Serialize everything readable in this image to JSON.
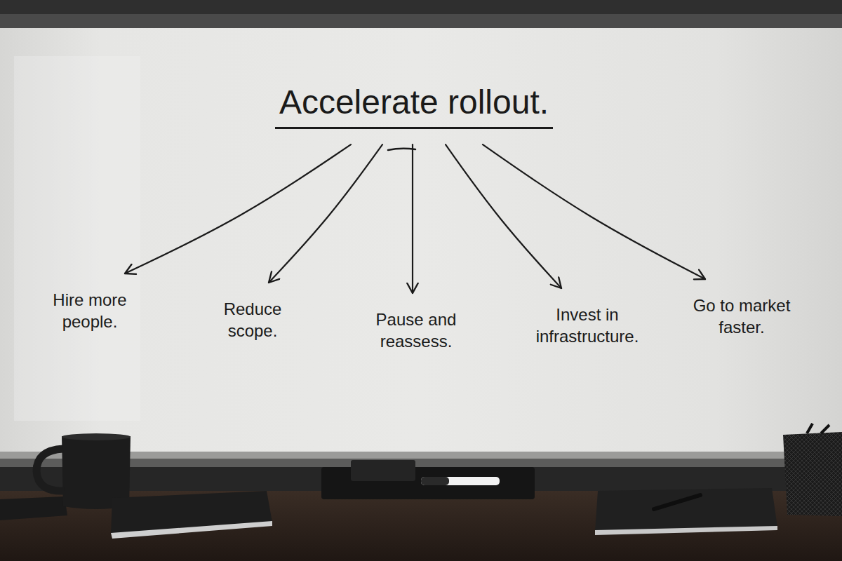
{
  "diagram": {
    "nodes": [
      {
        "text": [
          "Accelerate rollout."
        ]
      },
      {
        "text": [
          "Hire more people."
        ]
      },
      {
        "text": [
          "Reduce scope."
        ]
      },
      {
        "text": [
          "Pause and reassess."
        ]
      },
      {
        "text": [
          "Invest in infrastructure."
        ]
      },
      {
        "text": [
          "Go to market faster."
        ]
      }
    ],
    "edges": [
      {
        "from": 0,
        "to": 1,
        "arrow": "to"
      },
      {
        "from": 0,
        "to": 2,
        "arrow": "to"
      },
      {
        "from": 0,
        "to": 3,
        "arrow": "to"
      },
      {
        "from": 0,
        "to": 4,
        "arrow": "to"
      },
      {
        "from": 0,
        "to": 5,
        "arrow": "to"
      }
    ]
  }
}
